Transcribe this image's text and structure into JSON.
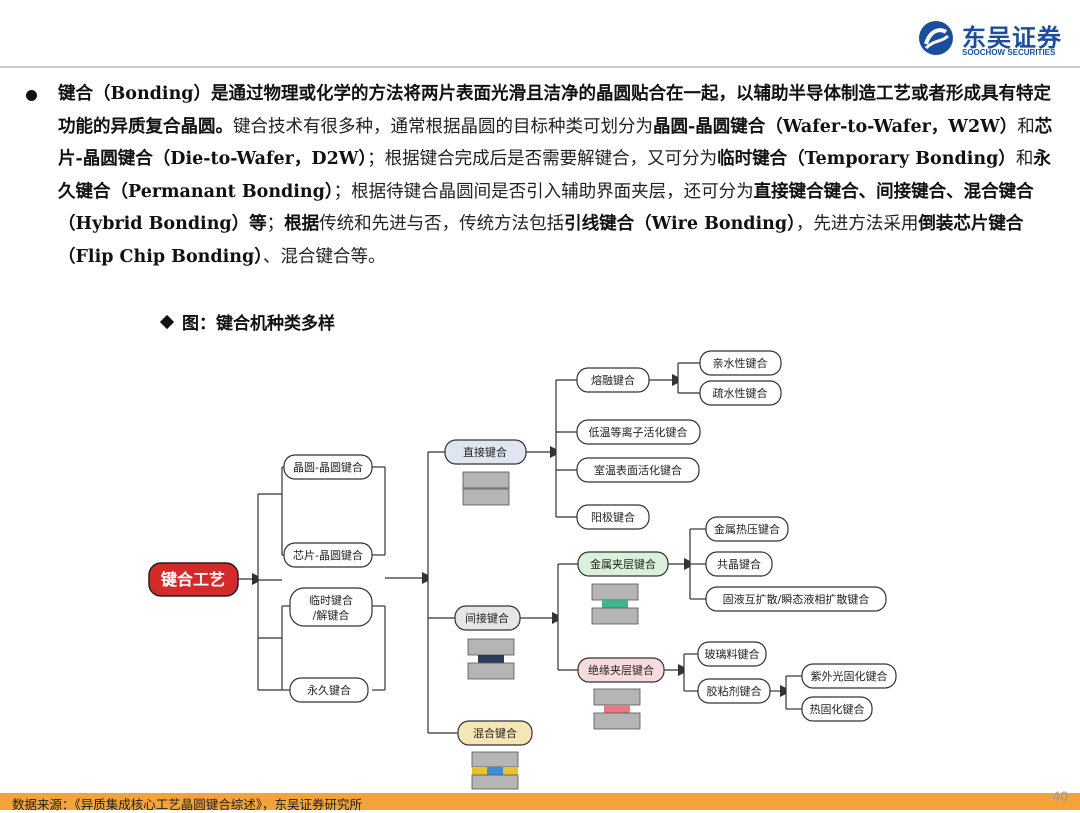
{
  "brand": {
    "name_cn": "东吴证券",
    "name_en": "SOOCHOW SECURITIES",
    "color_primary": "#1a4e9c"
  },
  "paragraph": {
    "segments": [
      {
        "t": "键合（Bonding）是通过物理或化学的方法将两片表面光滑且洁净的晶圆贴合在一起，以辅助半导体制造工艺或者形成具有特定功能的异质复合晶圆。",
        "b": true
      },
      {
        "t": "键合技术有很多种，通常根据晶圆的目标种类可划分为",
        "b": false
      },
      {
        "t": "晶圆-晶圆键合（Wafer-to-Wafer，W2W）",
        "b": true
      },
      {
        "t": "和",
        "b": false
      },
      {
        "t": "芯片-晶圆键合（Die-to-Wafer，D2W）",
        "b": true
      },
      {
        "t": "；根据键合完成后是否需要解键合，又可分为",
        "b": false
      },
      {
        "t": "临时键合（Temporary Bonding）",
        "b": true
      },
      {
        "t": "和",
        "b": false
      },
      {
        "t": "永久键合（Permanant Bonding）",
        "b": true
      },
      {
        "t": "；根据待键合晶圆间是否引入辅助界面夹层，还可分为",
        "b": false
      },
      {
        "t": "直接键合键合、间接键合、混合键合（Hybrid Bonding）等",
        "b": true
      },
      {
        "t": "；",
        "b": false
      },
      {
        "t": "根据",
        "b": true
      },
      {
        "t": "传统和先进与否，传统方法包括",
        "b": false
      },
      {
        "t": "引线键合（Wire Bonding）",
        "b": true
      },
      {
        "t": "，先进方法采用",
        "b": false
      },
      {
        "t": "倒装芯片键合（Flip Chip Bonding）",
        "b": true
      },
      {
        "t": "、混合键合等。",
        "b": false
      }
    ]
  },
  "figure_caption": "图：键合机种类多样",
  "diagram": {
    "root": "键合工艺",
    "left_nodes": [
      "晶圆-晶圆键合",
      "芯片-晶圆键合",
      "临时键合",
      "/解键合",
      "永久键合"
    ],
    "mid_nodes": [
      "直接键合",
      "间接键合",
      "混合键合"
    ],
    "direct_children": [
      "熔融键合",
      "低温等离子活化键合",
      "室温表面活化键合",
      "阳极键合"
    ],
    "fusion_children": [
      "亲水性键合",
      "疏水性键合"
    ],
    "indirect_children": [
      "金属夹层键合",
      "绝缘夹层键合"
    ],
    "metal_children": [
      "金属热压键合",
      "共晶键合",
      "固液互扩散/瞬态液相扩散键合"
    ],
    "insulator_children": [
      "玻璃料键合",
      "胶粘剂键合"
    ],
    "adhesive_children": [
      "紫外光固化键合",
      "热固化键合"
    ],
    "colors": {
      "root_fill": "#d42a2a",
      "direct_fill": "#dfe6f2",
      "indirect_fill": "#e6e6e6",
      "hybrid_fill": "#f5e6b5",
      "metal_fill": "#d9f0d9",
      "insulator_fill": "#f8dcdc",
      "wafer_gray": "#b5b5b5",
      "metal_layer": "#3fb58a",
      "insulator_layer": "#e67a82",
      "indirect_layer": "#2a3a5a",
      "hybrid_yellow": "#e8c42a",
      "hybrid_blue": "#3a8fd8"
    }
  },
  "footer": {
    "source": "数据来源：《异质集成核心工艺晶圆键合综述》，东吴证券研究所",
    "page": "40"
  }
}
